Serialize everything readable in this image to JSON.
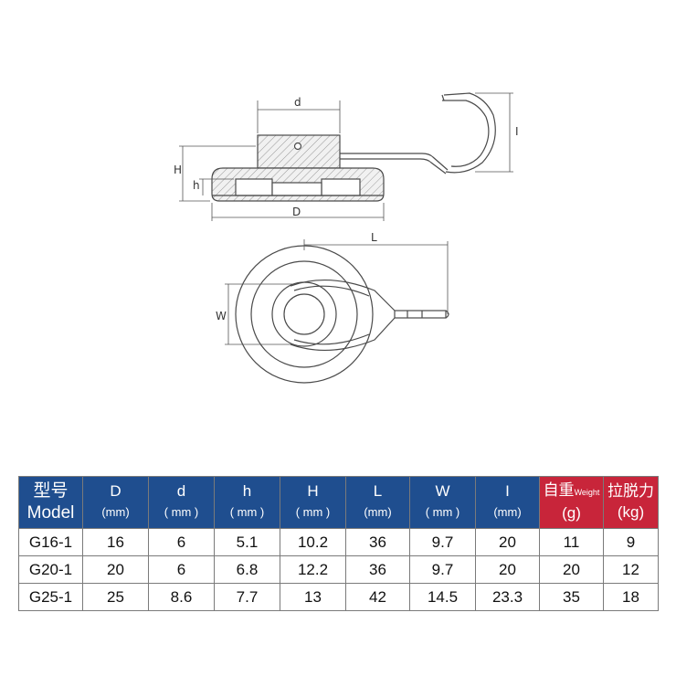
{
  "drawing": {
    "side_view": {
      "labels": {
        "d": "d",
        "H": "H",
        "h": "h",
        "D": "D",
        "I": "I"
      }
    },
    "top_view": {
      "labels": {
        "L": "L",
        "W": "W"
      }
    }
  },
  "spec_table": {
    "headers": [
      {
        "top": "型号",
        "bottom": "Model"
      },
      {
        "top": "D",
        "bottom": "(mm)"
      },
      {
        "top": "d",
        "bottom": "( mm )"
      },
      {
        "top": "h",
        "bottom": "( mm )"
      },
      {
        "top": "H",
        "bottom": "( mm )"
      },
      {
        "top": "L",
        "bottom": "(mm)"
      },
      {
        "top": "W",
        "bottom": "( mm )"
      },
      {
        "top": "I",
        "bottom": "(mm)"
      },
      {
        "top": "自重",
        "top_small": "Weight",
        "bottom": "(g)"
      },
      {
        "top": "拉脱力",
        "bottom": "(kg)"
      }
    ],
    "rows": [
      [
        "G16-1",
        "16",
        "6",
        "5.1",
        "10.2",
        "36",
        "9.7",
        "20",
        "11",
        "9"
      ],
      [
        "G20-1",
        "20",
        "6",
        "6.8",
        "12.2",
        "36",
        "9.7",
        "20",
        "20",
        "12"
      ],
      [
        "G25-1",
        "25",
        "8.6",
        "7.7",
        "13",
        "42",
        "14.5",
        "23.3",
        "35",
        "18"
      ]
    ],
    "colors": {
      "header_blue": "#1f4e8f",
      "header_red": "#c8253a"
    }
  }
}
